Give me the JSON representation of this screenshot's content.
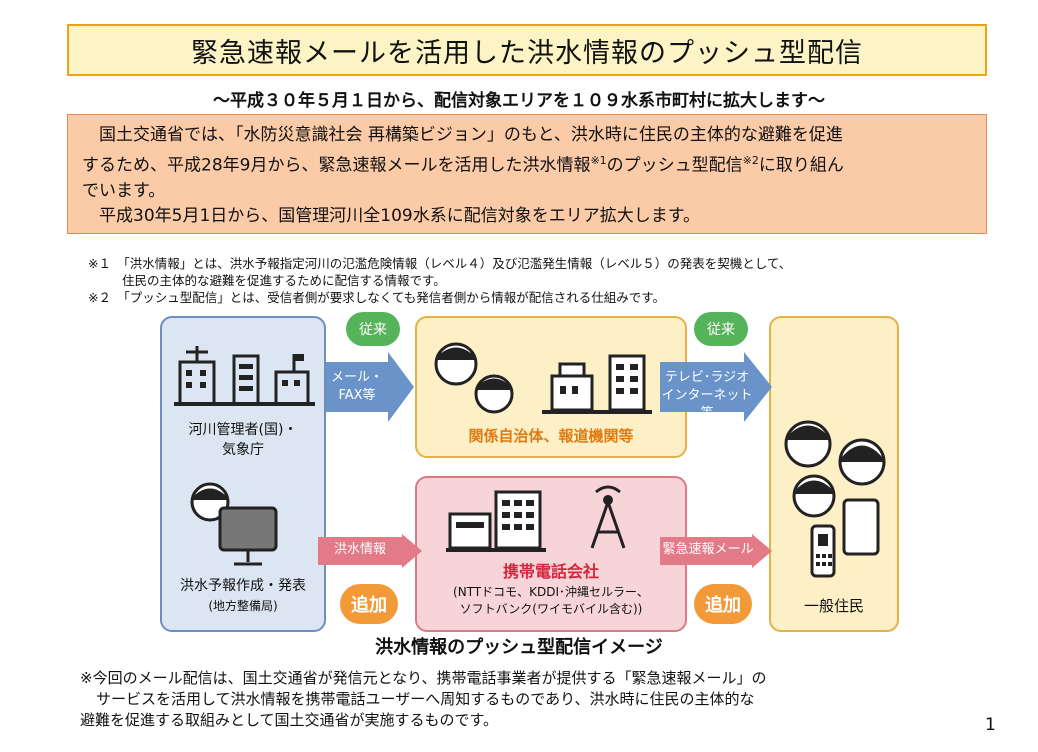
{
  "title": "緊急速報メールを活用した洪水情報のプッシュ型配信",
  "subtitle": "～平成３０年５月１日から、配信対象エリアを１０９水系市町村に拡大します～",
  "intro": {
    "line1": "国土交通省では、「水防災意識社会 再構築ビジョン」のもと、洪水時に住民の主体的な避難を促進",
    "line2a": "するため、平成28年9月から、緊急速報メールを活用した洪水情報",
    "sup1": "※1",
    "line2b": "のプッシュ型配信",
    "sup2": "※2",
    "line2c": "に取り組ん",
    "line3": "でいます。",
    "line4": "平成30年5月1日から、国管理河川全109水系に配信対象をエリア拡大します。"
  },
  "notes": {
    "note1_line1": "※１　「洪水情報」とは、洪水予報指定河川の氾濫危険情報（レベル４）及び氾濫発生情報（レベル５）の発表を契機として、",
    "note1_line2": "住民の主体的な避難を促進するために配信する情報です。",
    "note2": "※２　「プッシュ型配信」とは、受信者側が要求しなくても発信者側から情報が配信される仕組みです。"
  },
  "diagram": {
    "river_admin": [
      "河川管理者(国)・",
      "気象庁"
    ],
    "flood_forecast": "洪水予報作成・発表",
    "regional_bureau": "(地方整備局)",
    "conventional_1": "従来",
    "conventional_2": "従来",
    "mail_fax": [
      "メール・",
      "FAX等"
    ],
    "tv_radio": [
      "テレビ･ラジオ",
      "インターネット等"
    ],
    "local_gov_media": "関係自治体、報道機関等",
    "flood_info": "洪水情報",
    "added_1": "追加",
    "added_2": "追加",
    "carriers": "携帯電話会社",
    "carriers_detail": [
      "(NTTドコモ、KDDI･沖縄セルラー、",
      "ソフトバンク(ワイモバイル含む))"
    ],
    "emergency_mail": "緊急速報メール",
    "residents": "一般住民"
  },
  "caption": "洪水情報のプッシュ型配信イメージ",
  "footer": {
    "line1": "※今回のメール配信は、国土交通省が発信元となり、携帯電話事業者が提供する「緊急速報メール」の",
    "line2": "サービスを活用して洪水情報を携帯電話ユーザーへ周知するものであり、洪水時に住民の主体的な",
    "line3": "避難を促進する取組みとして国土交通省が実施するものです。"
  },
  "page_number": "1",
  "colors": {
    "title_bg": "#fdf4c6",
    "intro_bg": "#fbcba8",
    "green_bubble": "#55b45a",
    "orange_bubble": "#f29a38",
    "blue_arrow": "#6a93c9",
    "pink_arrow": "#e27a87",
    "orange_label": "#e07b12",
    "red_label": "#d3293c"
  }
}
